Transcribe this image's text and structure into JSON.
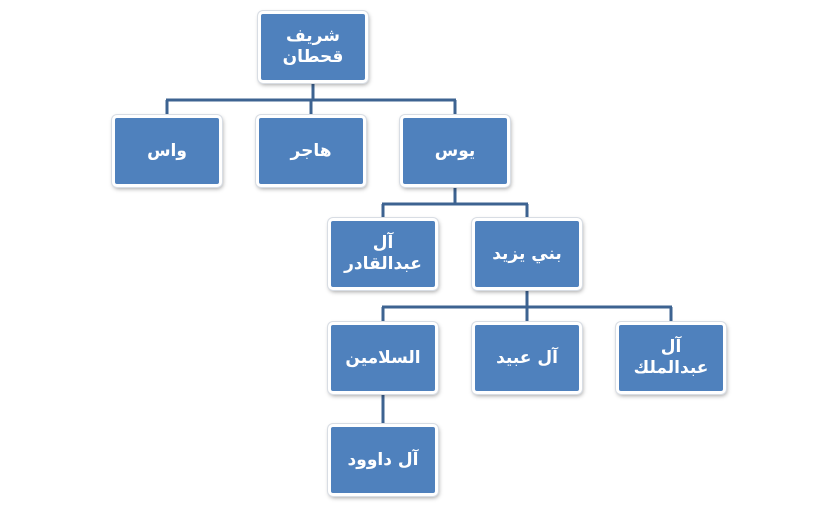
{
  "title": "Family tree of Sharif Qahtan",
  "nodes": {
    "root": "شريف\nقحطان",
    "was": "واس",
    "hajer": "هاجر",
    "yous": "يوس",
    "al_abdulqader": "آل\nعبدالقادر",
    "bani_yazid": "بني يزيد",
    "al_salamin": "السلامين",
    "al_obaid": "آل عبيد",
    "al_abdulmalik": "آل\nعبدالملك",
    "al_dawood": "آل داوود"
  },
  "colors": {
    "box": "#4f81bd",
    "line": "#3d6391",
    "text": "#ffffff"
  }
}
